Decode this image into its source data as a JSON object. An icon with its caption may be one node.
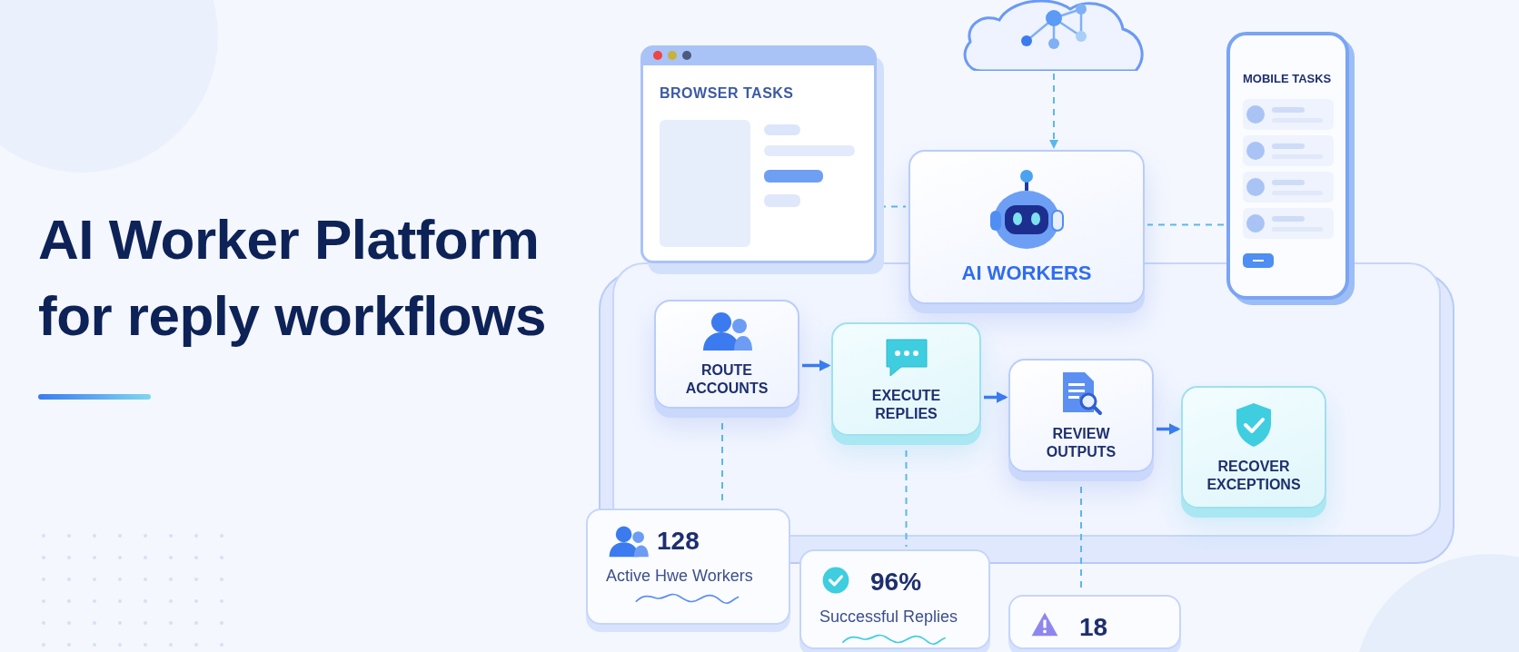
{
  "diagram": {
    "title": "AI Worker Platform for reply workflows",
    "nodes": [
      {
        "text": [
          "BROWSER TASKS"
        ]
      },
      {
        "text": [],
        "shape": "cloud"
      },
      {
        "text": [
          "MOBILE TASKS"
        ]
      },
      {
        "text": [
          "AI WORKERS"
        ]
      },
      {
        "text": [
          "ROUTE ACCOUNTS"
        ]
      },
      {
        "text": [
          "EXECUTE REPLIES"
        ]
      },
      {
        "text": [
          "REVIEW OUTPUTS"
        ]
      },
      {
        "text": [
          "RECOVER EXCEPTIONS"
        ]
      },
      {
        "text": [
          "128",
          "Active Hwe Workers"
        ]
      },
      {
        "text": [
          "96%",
          "Successful Replies"
        ]
      },
      {
        "text": [
          "18"
        ]
      }
    ],
    "edges": [
      {
        "from": 1,
        "to": 3,
        "arrow": "to",
        "style": "dashed"
      },
      {
        "from": 0,
        "to": 3,
        "arrow": "none",
        "style": "dashed"
      },
      {
        "from": 2,
        "to": 3,
        "arrow": "none",
        "style": "dashed"
      },
      {
        "from": 4,
        "to": 5,
        "arrow": "to"
      },
      {
        "from": 5,
        "to": 6,
        "arrow": "to"
      },
      {
        "from": 6,
        "to": 7,
        "arrow": "to"
      },
      {
        "from": 4,
        "to": 8,
        "arrow": "none",
        "style": "dashed"
      },
      {
        "from": 5,
        "to": 9,
        "arrow": "none",
        "style": "dashed"
      },
      {
        "from": 6,
        "to": 10,
        "arrow": "none",
        "style": "dashed"
      }
    ]
  }
}
